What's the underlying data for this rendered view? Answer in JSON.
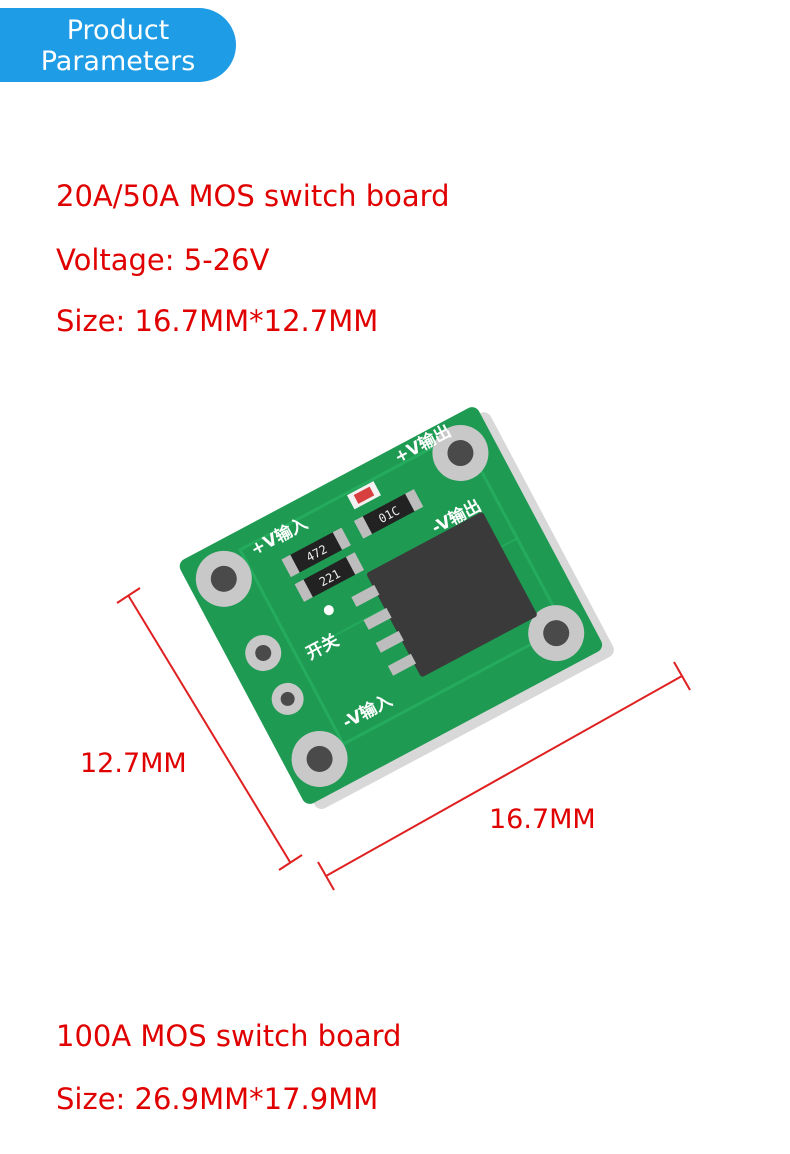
{
  "badge": {
    "line1": "Product",
    "line2": "Parameters"
  },
  "specs": {
    "small_board": {
      "title": "20A/50A MOS switch board",
      "voltage": "Voltage: 5-26V",
      "size": "Size: 16.7MM*12.7MM"
    },
    "large_board": {
      "title": "100A MOS switch board",
      "size": "Size: 26.9MM*17.9MM"
    }
  },
  "dimensions": {
    "height_label": "12.7MM",
    "width_label": "16.7MM"
  },
  "pcb": {
    "input_plus": "+V输入",
    "output_plus": "+V输出",
    "output_minus": "-V输出",
    "input_minus": "-V输入",
    "switch_label": "开关",
    "resistor_1": "472",
    "resistor_2": "221",
    "resistor_3": "01C"
  },
  "colors": {
    "accent": "#1e9ce6",
    "text": "#e00000",
    "pcb": "#1f9a52"
  }
}
